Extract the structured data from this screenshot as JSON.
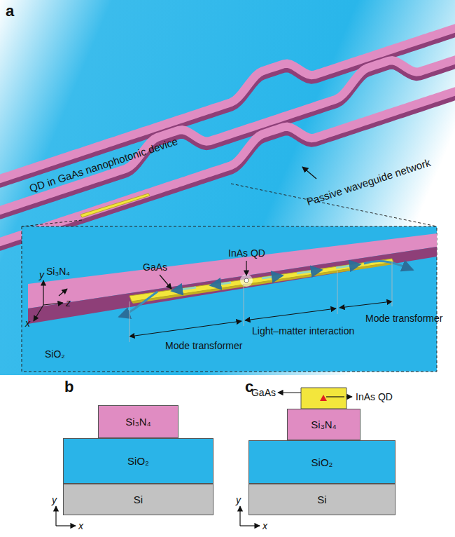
{
  "diagram": {
    "nodes": [
      {
        "text": [
          "Si₃N₄"
        ]
      },
      {
        "text": [
          "SiO₂"
        ]
      },
      {
        "text": [
          "Si"
        ]
      },
      {
        "text": [
          "Si₃N₄"
        ]
      },
      {
        "text": [
          "SiO₂"
        ]
      },
      {
        "text": [
          "Si"
        ]
      }
    ],
    "labels": [
      "a",
      "QD in GaAs nanophotonic device",
      "Passive waveguide network",
      "Si₃N₄",
      "GaAs",
      "InAs QD",
      "y",
      "z",
      "x",
      "SiO₂",
      "Mode transformer",
      "Light–matter interaction",
      "Mode transformer",
      "b",
      "y",
      "x",
      "c",
      "GaAs",
      "InAs QD",
      "y",
      "x"
    ]
  }
}
